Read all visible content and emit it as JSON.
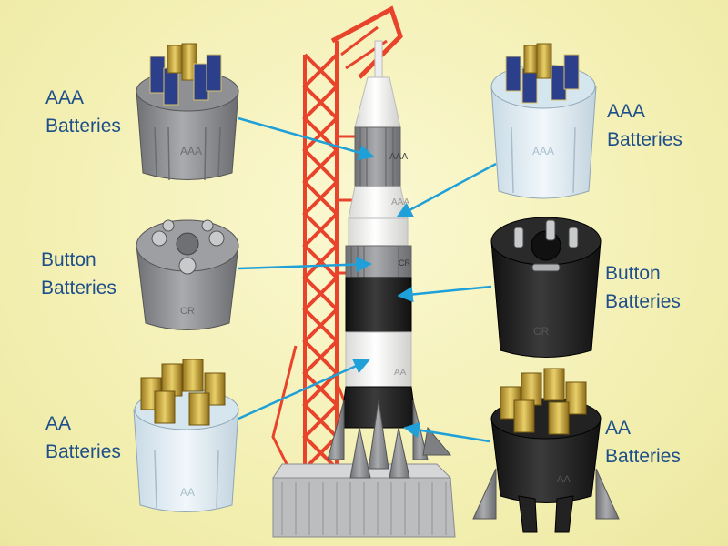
{
  "colors": {
    "background": "#f4f0b4",
    "label_text": "#1e4f8a",
    "arrow": "#1fa0d8",
    "tower": "#f0533a",
    "rocket_white": "#f4f4f2",
    "rocket_grey": "#8d8f92",
    "rocket_black": "#242424",
    "base": "#bfc0c2"
  },
  "labels": {
    "aaa_left": {
      "line1": "AAA",
      "line2": "Batteries"
    },
    "aaa_right": {
      "line1": "AAA",
      "line2": "Batteries"
    },
    "button_left": {
      "line1": "Button",
      "line2": "Batteries"
    },
    "button_right": {
      "line1": "Button",
      "line2": "Batteries"
    },
    "aa_left": {
      "line1": "AA",
      "line2": "Batteries"
    },
    "aa_right": {
      "line1": "AA",
      "line2": "Batteries"
    }
  },
  "module_markings": {
    "aaa": "AAA",
    "aa": "AA",
    "cr": "CR"
  },
  "icons": [
    "rocket-model",
    "launch-tower",
    "battery-holder"
  ]
}
